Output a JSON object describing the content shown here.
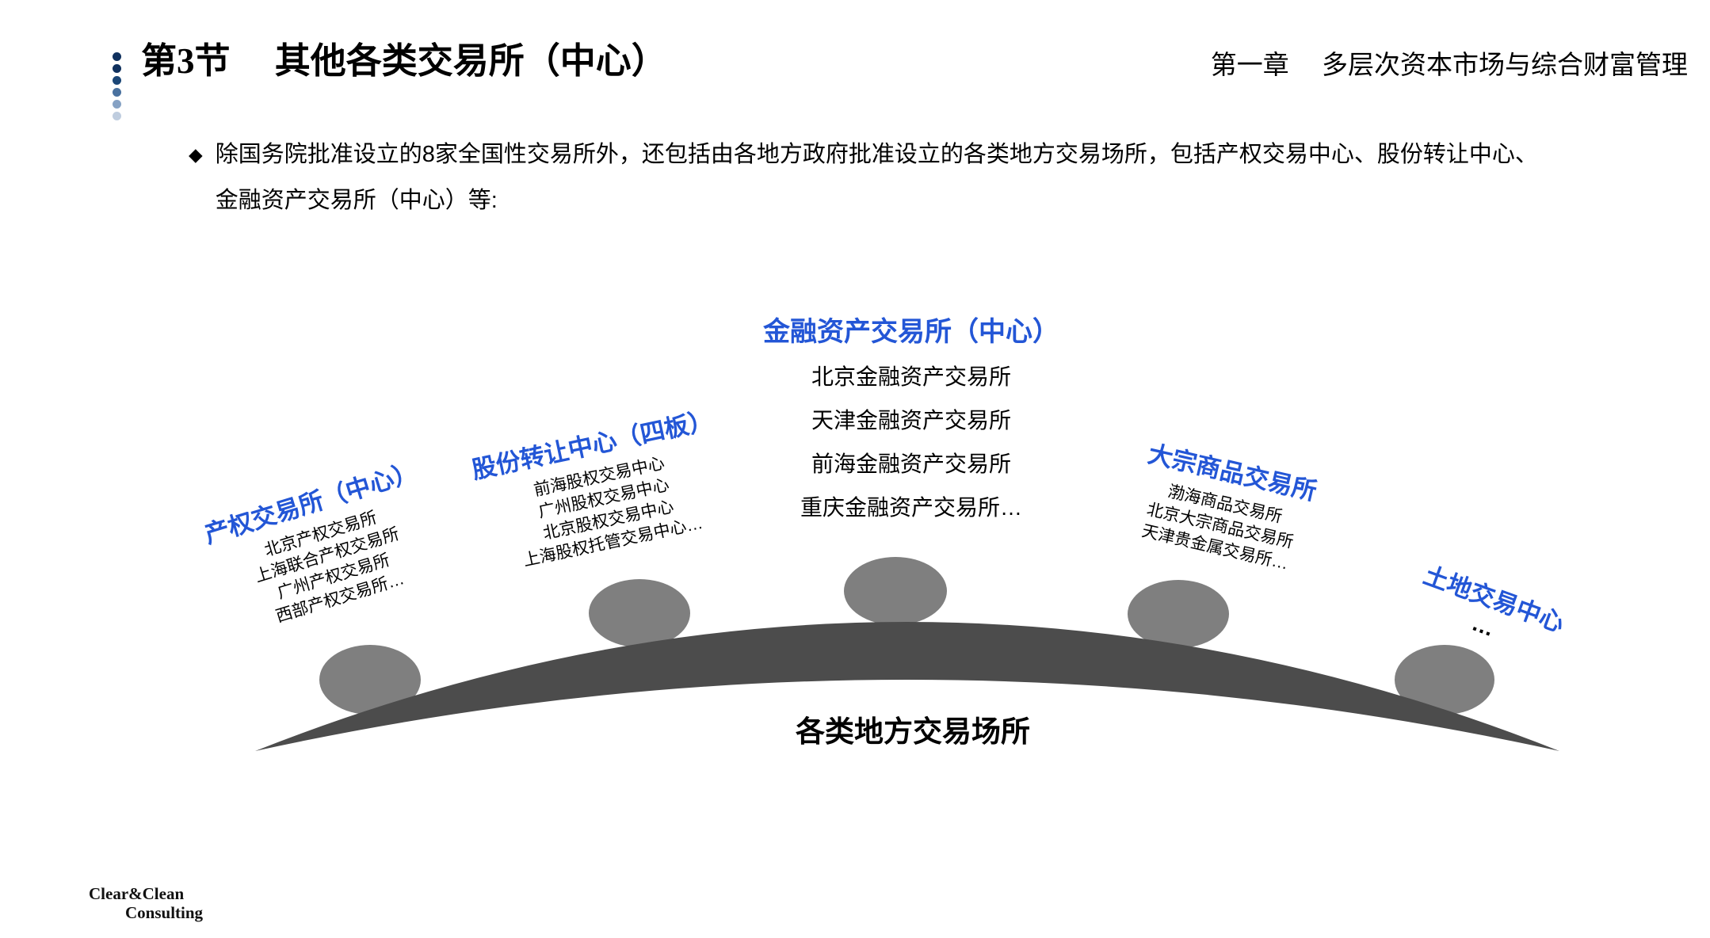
{
  "header": {
    "section_title": "第3节　 其他各类交易所（中心）",
    "chapter_title": "第一章　 多层次资本市场与综合财富管理"
  },
  "intro": {
    "bullet_icon": "◆",
    "text": "除国务院批准设立的8家全国性交易所外，还包括由各地方政府批准设立的各类地方交易场所，包括产权交易中心、股份转让中心、金融资产交易所（中心）等:"
  },
  "diagram": {
    "base_label": "各类地方交易场所",
    "groups": [
      {
        "title": "产权交易所（中心）",
        "items": [
          "北京产权交易所",
          "上海联合产权交易所",
          "广州产权交易所",
          "西部产权交易所…"
        ]
      },
      {
        "title": "股份转让中心（四板）",
        "items": [
          "前海股权交易中心",
          "广州股权交易中心",
          "北京股权交易中心",
          "上海股权托管交易中心…"
        ]
      },
      {
        "title": "金融资产交易所（中心）",
        "items": [
          "北京金融资产交易所",
          "天津金融资产交易所",
          "前海金融资产交易所",
          "重庆金融资产交易所…"
        ]
      },
      {
        "title": "大宗商品交易所",
        "items": [
          "渤海商品交易所",
          "北京大宗商品交易所",
          "天津贵金属交易所…"
        ]
      },
      {
        "title": "土地交易中心",
        "items": [
          "…"
        ]
      }
    ],
    "colors": {
      "heading_blue": "#2356d6",
      "arc_gray": "#4c4c4c",
      "ellipse_gray": "#7f7f7f"
    }
  },
  "footer": {
    "logo_line1": "Clear&Clean",
    "logo_line2": "Consulting"
  }
}
